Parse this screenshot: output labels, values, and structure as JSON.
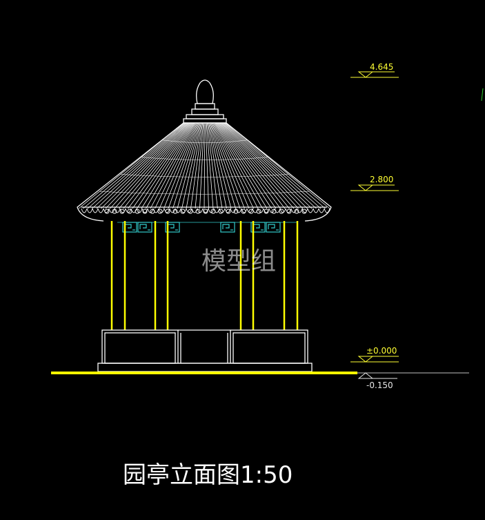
{
  "drawing": {
    "title": "园亭立面图1:50",
    "watermark": "模型组",
    "elevation_marks": [
      {
        "label": "4.645"
      },
      {
        "label": "2.800"
      },
      {
        "label": "±0.000"
      },
      {
        "label": "-0.150"
      }
    ],
    "colors": {
      "background": "#000000",
      "column": "#ffff00",
      "ground_line": "#ffff00",
      "roof_lines": "#ffffff",
      "bracket_ornament": "#33cccc",
      "level_text": "#ffff33"
    }
  }
}
